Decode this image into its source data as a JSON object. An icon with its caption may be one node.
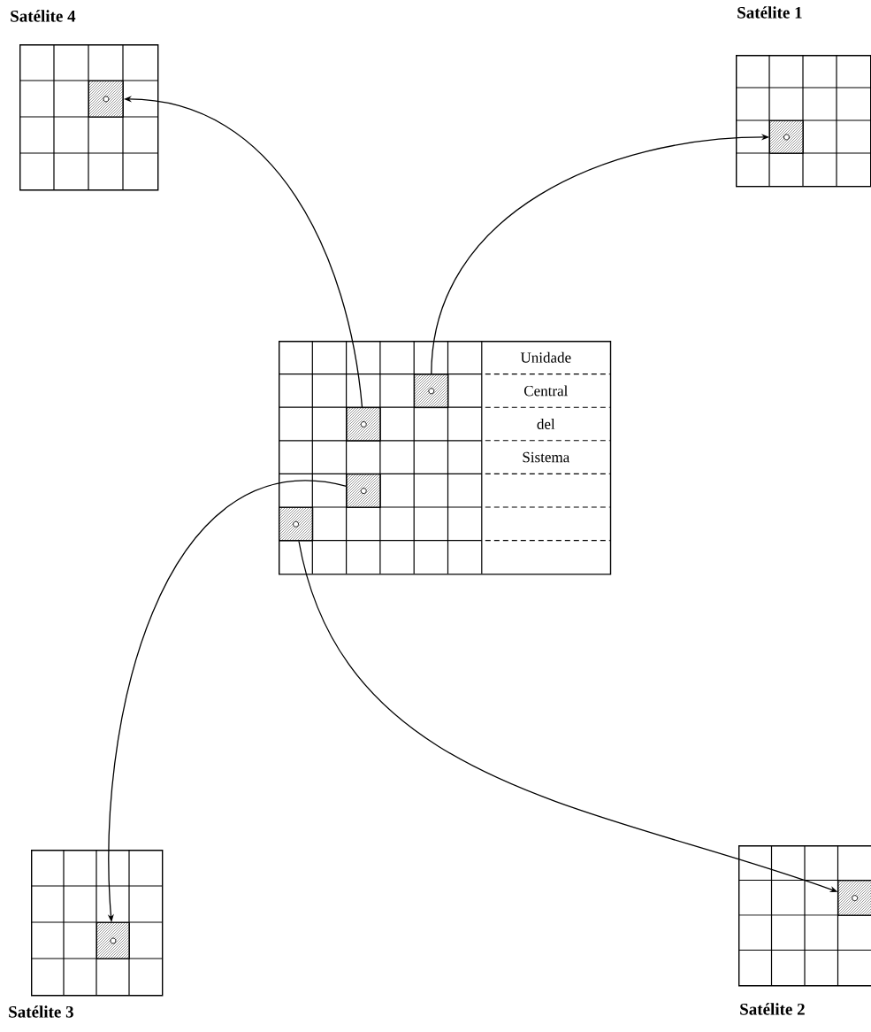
{
  "diagram": {
    "nodes": [
      {
        "text": [
          "Satélite 4"
        ]
      },
      {
        "text": [],
        "shape": "box",
        "in": 0
      },
      {
        "text": [
          "Satélite 1"
        ]
      },
      {
        "text": [],
        "shape": "box",
        "in": 2
      },
      {
        "text": [
          "Unidade",
          "Central",
          "del",
          "Sistema"
        ]
      },
      {
        "text": [],
        "shape": "box",
        "in": 4
      },
      {
        "text": [],
        "shape": "box",
        "in": 4
      },
      {
        "text": [],
        "shape": "box",
        "in": 4
      },
      {
        "text": [],
        "shape": "box",
        "in": 4
      },
      {
        "text": [
          "Satélite 3"
        ]
      },
      {
        "text": [],
        "shape": "box",
        "in": 9
      },
      {
        "text": [
          "Satélite 2"
        ]
      },
      {
        "text": [],
        "shape": "box",
        "in": 11
      }
    ],
    "edges": [
      {
        "from": 5,
        "to": 1,
        "arrow": "to"
      },
      {
        "from": 6,
        "to": 3,
        "arrow": "to"
      },
      {
        "from": 7,
        "to": 10,
        "arrow": "to"
      },
      {
        "from": 8,
        "to": 12,
        "arrow": "to"
      }
    ]
  }
}
